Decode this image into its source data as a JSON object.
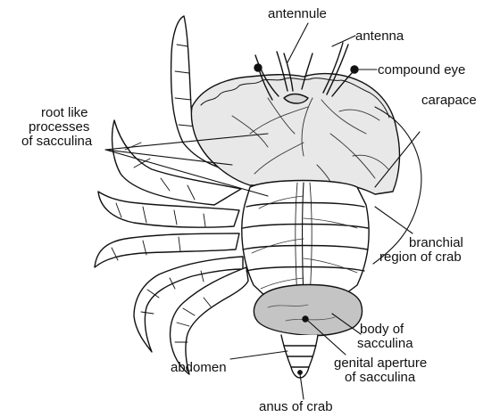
{
  "colors": {
    "ink": "#111111",
    "shade": "#9a9a9a",
    "dark": "#333333",
    "paper": "#ffffff"
  },
  "labels": {
    "antennule": "antennule",
    "antenna": "antenna",
    "compound_eye": "compound eye",
    "root_like_processes": [
      "root like",
      "processes",
      "of sacculina"
    ],
    "carapace": "carapace",
    "branchial_region": [
      "branchial",
      "region of crab"
    ],
    "body_of_sacculina": [
      "body of",
      "sacculina"
    ],
    "abdomen": "abdomen",
    "genital_aperture": [
      "genital aperture",
      "of sacculina"
    ],
    "anus_of_crab": "anus of crab"
  }
}
